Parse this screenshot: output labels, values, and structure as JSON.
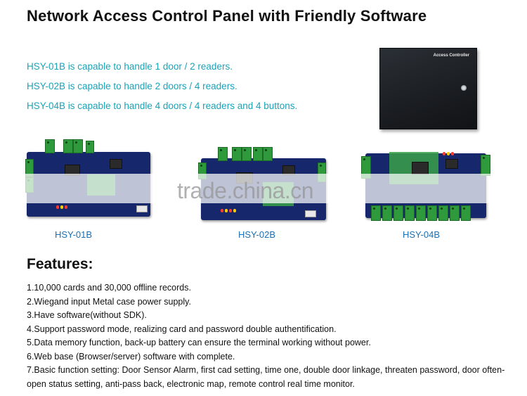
{
  "title": "Network Access Control Panel with Friendly Software",
  "capabilities": [
    "HSY-01B is capable to handle 1 door / 2 readers.",
    "HSY-02B is capable to handle 2 doors / 4 readers.",
    "HSY-04B is capable to handle 4 doors / 4 readers and 4 buttons."
  ],
  "enclosure_label": "Access Controller",
  "boards": [
    {
      "label": "HSY-01B"
    },
    {
      "label": "HSY-02B"
    },
    {
      "label": "HSY-04B"
    }
  ],
  "watermark": "trade.china.cn",
  "features_heading": "Features:",
  "features": [
    "1.10,000 cards and 30,000 offline records.",
    "2.Wiegand input Metal case power supply.",
    "3.Have software(without SDK).",
    "4.Support password mode, realizing card and password double authentification.",
    "5.Data memory function, back-up battery can ensure the terminal working without power.",
    "6.Web base (Browser/server) software with complete.",
    "7.Basic function setting: Door Sensor Alarm, first cad setting, time one, double door linkage, threaten password, door often-open status setting, anti-pass back, electronic map, remote control real time monitor."
  ],
  "colors": {
    "accent_text": "#1aa3b8",
    "board_label": "#1a6fb3",
    "pcb": "#16286b"
  }
}
